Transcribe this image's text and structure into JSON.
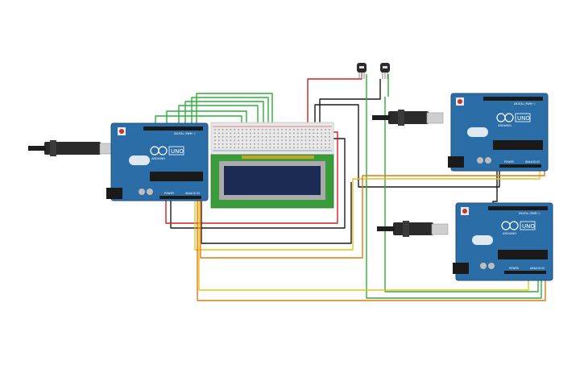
{
  "boards": [
    {
      "brand": "ARDUINO",
      "model": "UNO",
      "header_digital": "DIGITAL (PWM~)",
      "header_power": "POWER",
      "header_analog": "ANALOG IN"
    },
    {
      "brand": "ARDUINO",
      "model": "UNO",
      "header_digital": "DIGITAL (PWM~)",
      "header_power": "POWER",
      "header_analog": "ANALOG IN"
    },
    {
      "brand": "ARDUINO",
      "model": "UNO",
      "header_digital": "DIGITAL (PWM~)",
      "header_power": "POWER",
      "header_analog": "ANALOG IN"
    }
  ],
  "colors": {
    "board": "#2b6ea7",
    "board_edge": "#1d4f7c",
    "breadboard": "#e8e8e8",
    "lcd_frame": "#3a9b3a",
    "lcd_screen": "#1c2a56",
    "wire_red": "#d0201c",
    "wire_black": "#1a1a1a",
    "wire_green": "#2fae3a",
    "wire_yellow": "#e8c21a",
    "wire_orange": "#e07a10",
    "usb_cable": "#2b2b2b"
  },
  "icons": [
    "usb-plug-icon",
    "transistor-icon",
    "reset-button-icon"
  ]
}
